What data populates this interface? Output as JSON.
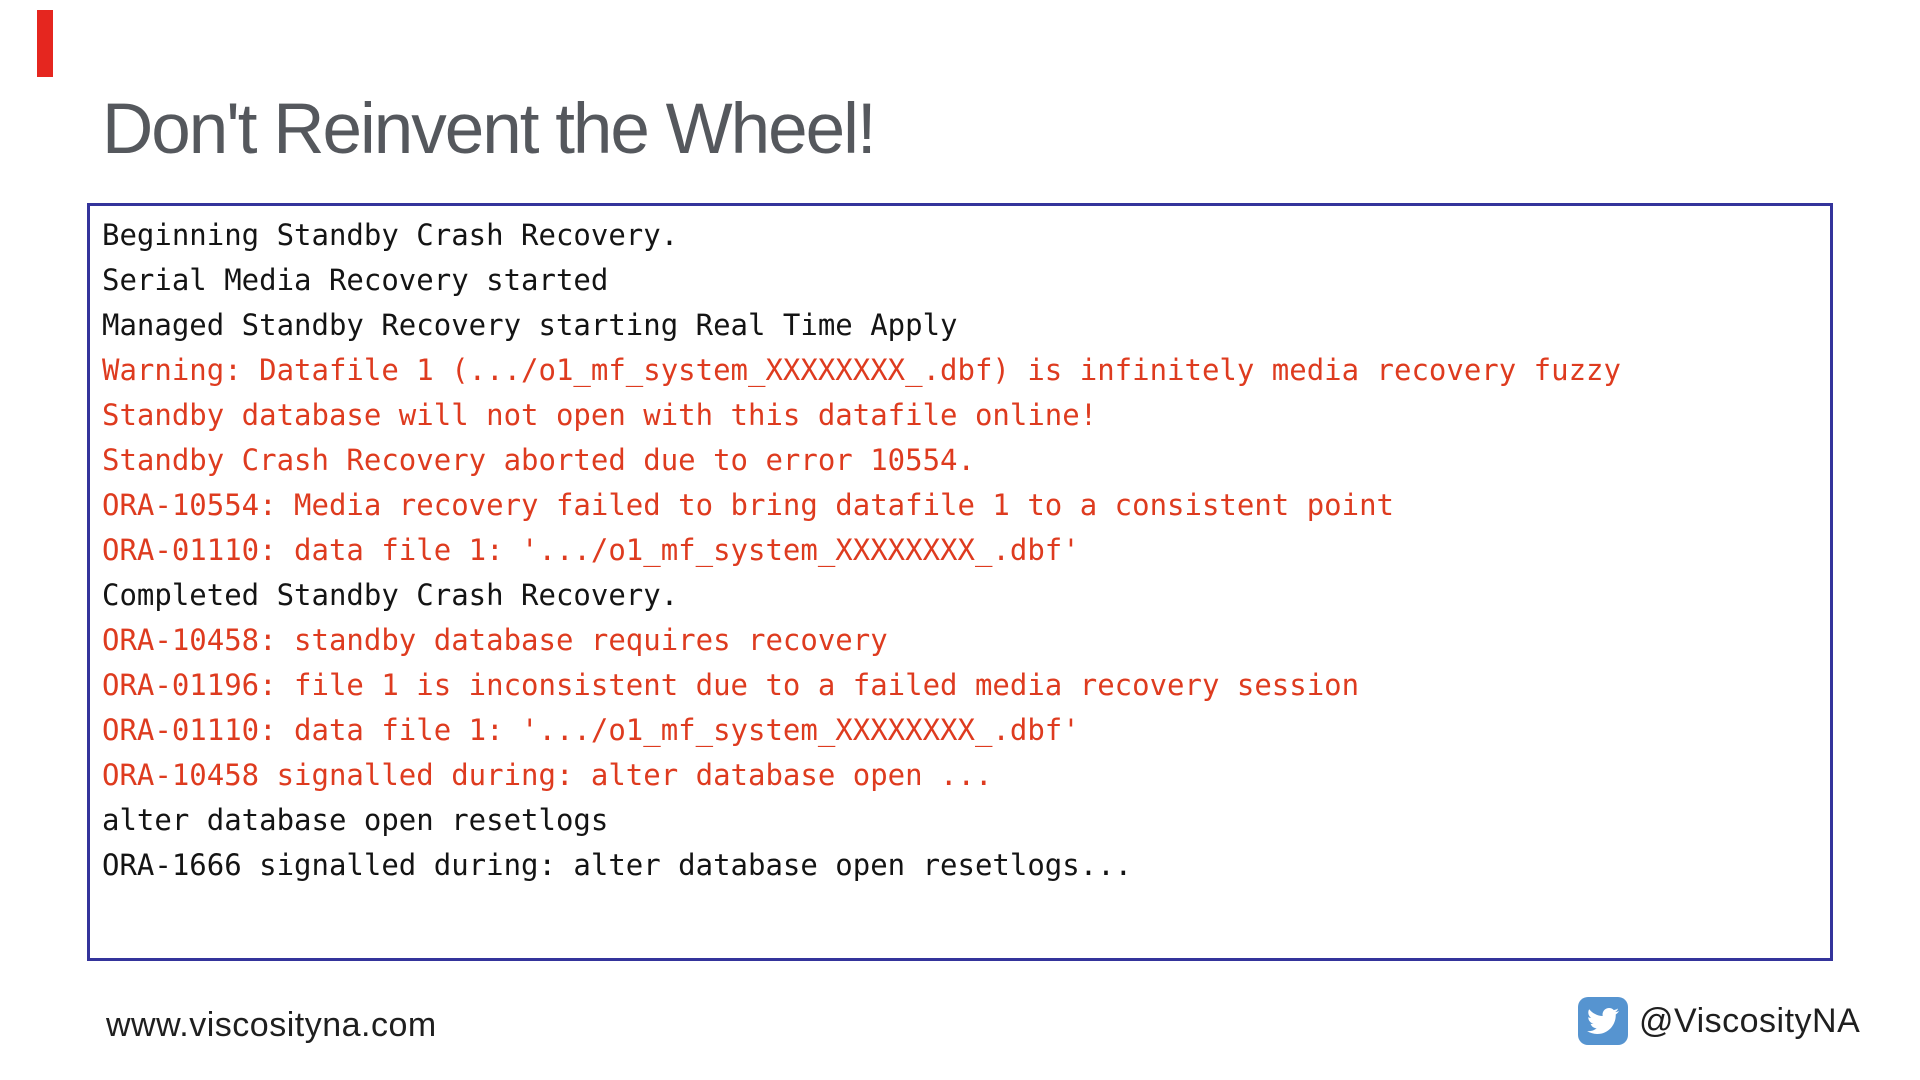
{
  "slide": {
    "title": "Don't Reinvent the Wheel!",
    "colors": {
      "accent_red": "#e5261f",
      "title_gray": "#55585d",
      "box_border_navy": "#34349b",
      "log_black": "#141414",
      "log_red": "#de3b1f",
      "footer_text": "#1f1f1f",
      "twitter_blue": "#5694d0"
    },
    "log_box": {
      "lines": [
        {
          "text": "Beginning Standby Crash Recovery.",
          "color": "black"
        },
        {
          "text": "Serial Media Recovery started",
          "color": "black"
        },
        {
          "text": "Managed Standby Recovery starting Real Time Apply",
          "color": "black"
        },
        {
          "text": "Warning: Datafile 1 (.../o1_mf_system_XXXXXXXX_.dbf) is infinitely media recovery fuzzy",
          "color": "red"
        },
        {
          "text": "Standby database will not open with this datafile online!",
          "color": "red"
        },
        {
          "text": "Standby Crash Recovery aborted due to error 10554.",
          "color": "red"
        },
        {
          "text": "ORA-10554: Media recovery failed to bring datafile 1 to a consistent point",
          "color": "red"
        },
        {
          "text": "ORA-01110: data file 1: '.../o1_mf_system_XXXXXXXX_.dbf'",
          "color": "red"
        },
        {
          "text": "Completed Standby Crash Recovery.",
          "color": "black"
        },
        {
          "text": "ORA-10458: standby database requires recovery",
          "color": "red"
        },
        {
          "text": "ORA-01196: file 1 is inconsistent due to a failed media recovery session",
          "color": "red"
        },
        {
          "text": "ORA-01110: data file 1: '.../o1_mf_system_XXXXXXXX_.dbf'",
          "color": "red"
        },
        {
          "text": "ORA-10458 signalled during: alter database open ...",
          "color": "red"
        },
        {
          "text": "alter database open resetlogs",
          "color": "black"
        },
        {
          "text": "ORA-1666 signalled during: alter database open resetlogs...",
          "color": "black"
        }
      ]
    },
    "footer": {
      "website": "www.viscosityna.com",
      "twitter_icon": "twitter-bird-icon",
      "twitter_handle": "@ViscosityNA"
    }
  }
}
